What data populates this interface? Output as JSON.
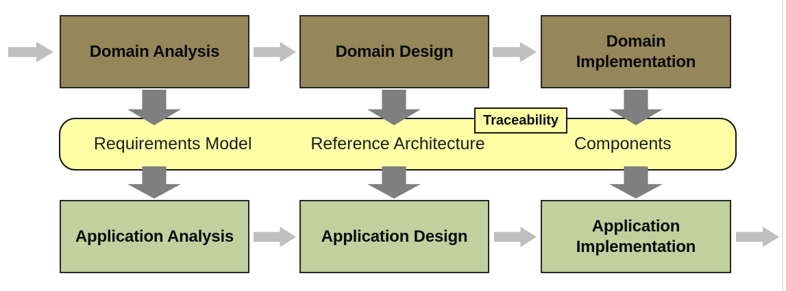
{
  "colors": {
    "domain-box-fill": "#96875A",
    "application-box-fill": "#C2CF9E",
    "band-fill": "#FFFFA6",
    "box-border": "#262626",
    "down-arrow": "#7F7F7F",
    "flow-arrow": "#BFBFBF"
  },
  "flow": {
    "top_row": [
      {
        "label": "Domain Analysis"
      },
      {
        "label": "Domain Design"
      },
      {
        "label": "Domain\nImplementation"
      }
    ],
    "middle_band": {
      "tag": "Traceability",
      "items": [
        "Requirements Model",
        "Reference Architecture",
        "Components"
      ]
    },
    "bottom_row": [
      {
        "label": "Application Analysis"
      },
      {
        "label": "Application Design"
      },
      {
        "label": "Application\nImplementation"
      }
    ]
  }
}
